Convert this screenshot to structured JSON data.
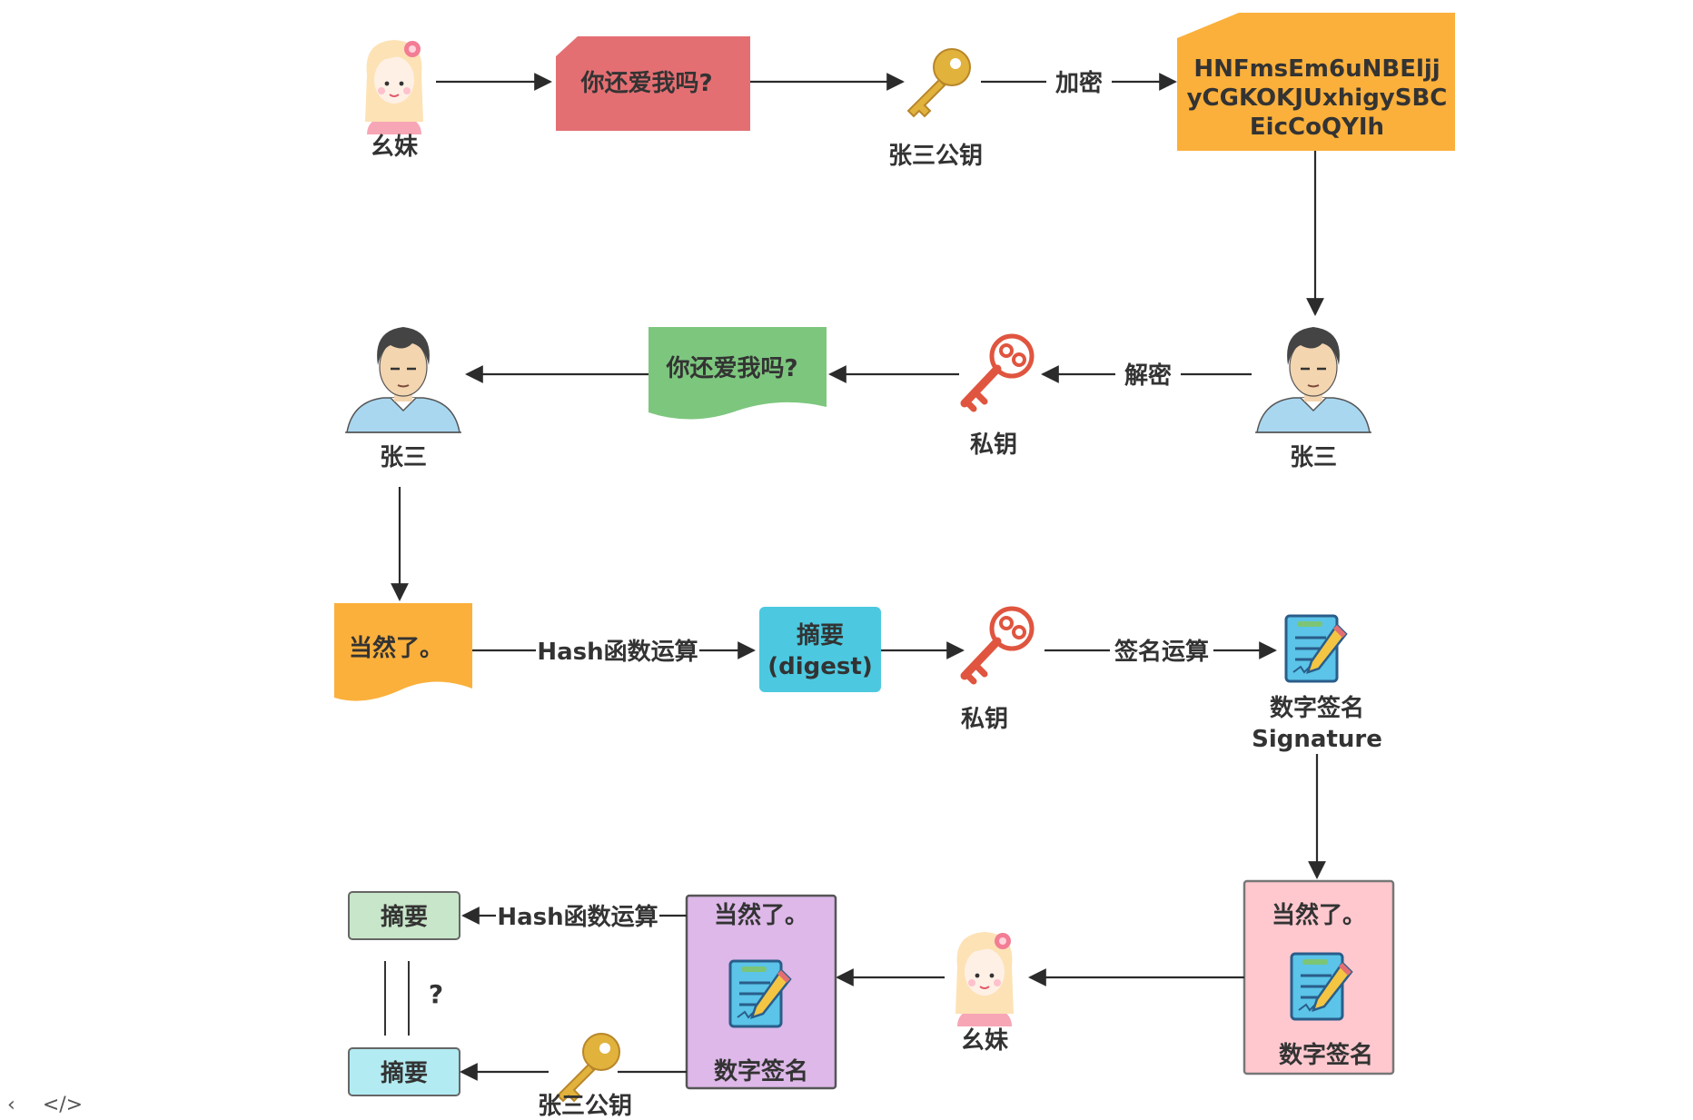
{
  "persons": {
    "yaomei": "幺妹",
    "zhangsan": "张三"
  },
  "messages": {
    "question": "你还爱我吗?",
    "answer": "当然了。",
    "ciphertext_line1": "HNFmsEm6uNBEljj",
    "ciphertext_line2": "yCGKOKJUxhigySBC",
    "ciphertext_line3": "EicCoQYIh"
  },
  "keys": {
    "public_key": "张三公钥",
    "private_key": "私钥"
  },
  "operations": {
    "encrypt": "加密",
    "decrypt": "解密",
    "hash": "Hash函数运算",
    "sign": "签名运算"
  },
  "digest": {
    "label": "摘要",
    "label_en": "(digest)"
  },
  "signature": {
    "label": "数字签名",
    "label_en": "Signature"
  },
  "compare_mark": "?",
  "toolbar": {
    "back": "‹",
    "code": "</>"
  },
  "colors": {
    "question_box": "#e46f73",
    "cipher_box": "#fbb03b",
    "green_doc": "#7dc67e",
    "answer_doc": "#fbb03b",
    "digest_box": "#4cc9e0",
    "purple_box": "#ddb8e8",
    "pink_box": "#ffc8cf",
    "digest_green": "#c8e6c9",
    "digest_blue": "#b2ebf2",
    "gold_key": "#e1b23c",
    "red_key": "#e0553f"
  }
}
